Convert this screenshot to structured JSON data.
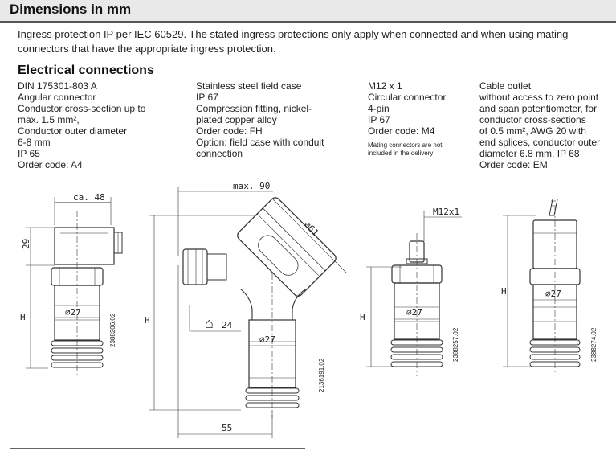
{
  "page_title": "Dimensions in mm",
  "ingress_note": "Ingress protection IP per IEC 60529. The stated ingress protections only apply when connected and when using mating connectors that have the appropriate ingress protection.",
  "section_title": "Electrical connections",
  "columns": [
    {
      "lines": [
        "DIN 175301-803 A",
        "Angular connector",
        "Conductor cross-section up to",
        "max. 1.5 mm²,",
        "Conductor outer diameter",
        "6-8 mm",
        "IP 65",
        "Order code: A4"
      ]
    },
    {
      "lines": [
        "Stainless steel field case",
        "IP 67",
        "Compression fitting, nickel-",
        "plated copper alloy",
        "Order code: FH",
        "Option: field case with conduit",
        "connection"
      ]
    },
    {
      "lines": [
        "M12 x 1",
        "Circular connector",
        "4-pin",
        "IP 67",
        "Order code: M4"
      ],
      "note_lines": [
        "Mating connectors are not",
        "included in the delivery"
      ]
    },
    {
      "lines": [
        "Cable outlet",
        "without access to zero point",
        "and span potentiometer, for",
        "conductor cross-sections",
        "of 0.5 mm², AWG 20 with",
        "end splices, conductor outer",
        "diameter 6.8 mm, IP 68",
        "Order code: EM"
      ]
    }
  ],
  "drawings": {
    "d1": {
      "width_label": "ca. 48",
      "height_label": "29",
      "h_label": "H",
      "dia_label": "⌀27",
      "code": "2388206.02"
    },
    "d2": {
      "width_label": "max. 90",
      "dia61_label": "⌀61",
      "h_label": "H",
      "wrench_label": "24",
      "dia_label": "⌀27",
      "bottom_label": "55",
      "code": "2136191.02"
    },
    "d3": {
      "thread_label": "M12x1",
      "h_label": "H",
      "dia_label": "⌀27",
      "code": "2388257.02"
    },
    "d4": {
      "h_label": "H",
      "dia_label": "⌀27",
      "code": "2388274.02"
    }
  }
}
